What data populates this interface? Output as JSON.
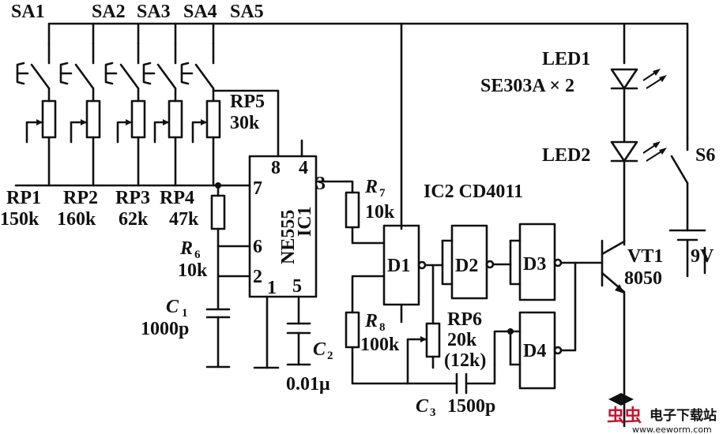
{
  "switches": {
    "sa1": "SA1",
    "sa2": "SA2",
    "sa3": "SA3",
    "sa4": "SA4",
    "sa5": "SA5",
    "s6": "S6"
  },
  "pots": {
    "rp1": {
      "name": "RP1",
      "value": "150k"
    },
    "rp2": {
      "name": "RP2",
      "value": "160k"
    },
    "rp3": {
      "name": "RP3",
      "value": "62k"
    },
    "rp4": {
      "name": "RP4",
      "value": "47k"
    },
    "rp5": {
      "name": "RP5",
      "value": "30k"
    },
    "rp6": {
      "name": "RP6",
      "value": "20k",
      "alt": "(12k)"
    }
  },
  "resistors": {
    "r6": {
      "letter": "R",
      "sub": "6",
      "value": "10k"
    },
    "r7": {
      "letter": "R",
      "sub": "7",
      "value": "10k"
    },
    "r8": {
      "letter": "R",
      "sub": "8",
      "value": "100k"
    }
  },
  "capacitors": {
    "c1": {
      "letter": "C",
      "sub": "1",
      "value": "1000p"
    },
    "c2": {
      "letter": "C",
      "sub": "2",
      "value": "0.01μ"
    },
    "c3": {
      "letter": "C",
      "sub": "3",
      "value": "1500p"
    }
  },
  "ic1": {
    "part": "NE555",
    "ref": "IC1",
    "pins": {
      "p8": "8",
      "p4": "4",
      "p7": "7",
      "p3": "3",
      "p6": "6",
      "p2": "2",
      "p1": "1",
      "p5": "5"
    }
  },
  "ic2": {
    "label": "IC2 CD4011",
    "gates": {
      "d1": "D1",
      "d2": "D2",
      "d3": "D3",
      "d4": "D4"
    }
  },
  "leds": {
    "led1": "LED1",
    "led1_part": "SE303A × 2",
    "led2": "LED2"
  },
  "transistor": {
    "ref": "VT1",
    "part": "8050"
  },
  "battery": {
    "voltage": "9V"
  },
  "watermark": {
    "logo_text": "虫虫",
    "site_cn": "电子下载站",
    "site_url": "www.eeworm.com"
  }
}
